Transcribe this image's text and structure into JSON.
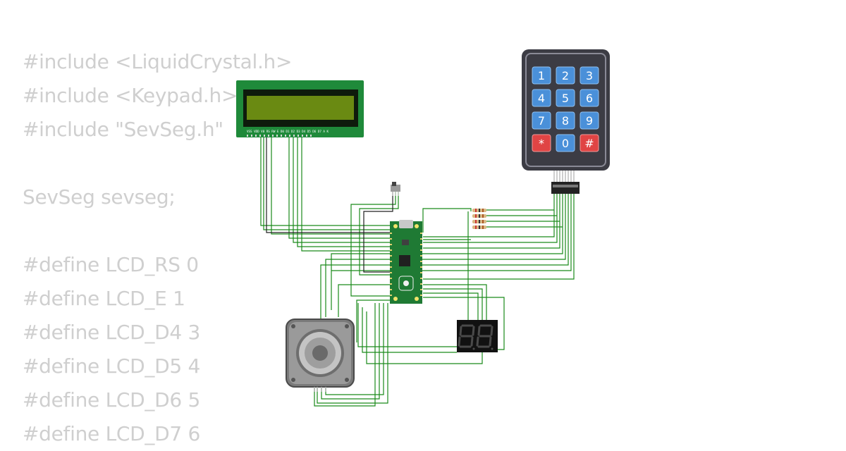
{
  "code_lines": [
    "#include <LiquidCrystal.h>",
    "#include <Keypad.h>",
    "#include \"SevSeg.h\"",
    "",
    "SevSeg sevseg;",
    "",
    "#define LCD_RS 0",
    "#define LCD_E 1",
    "#define LCD_D4 3",
    "#define LCD_D5 4",
    "#define LCD_D6 5",
    "#define LCD_D7 6"
  ],
  "lcd": {
    "pin_labels": "VSS VDD V0 RS RW E D0 D1 D2 D3 D4 D5 D6 D7 A K"
  },
  "keypad": {
    "keys": [
      "1",
      "2",
      "3",
      "4",
      "5",
      "6",
      "7",
      "8",
      "9",
      "*",
      "0",
      "#"
    ]
  },
  "colors": {
    "wire": "#1a8a1a",
    "wire_dark": "#202020",
    "pcb_green": "#1f7a34",
    "lcd_screen": "#6a8a12",
    "keypad_body": "#3c3c44",
    "key_blue": "#4a90d9",
    "key_red": "#e04444",
    "code_text": "#cfcfcf"
  }
}
